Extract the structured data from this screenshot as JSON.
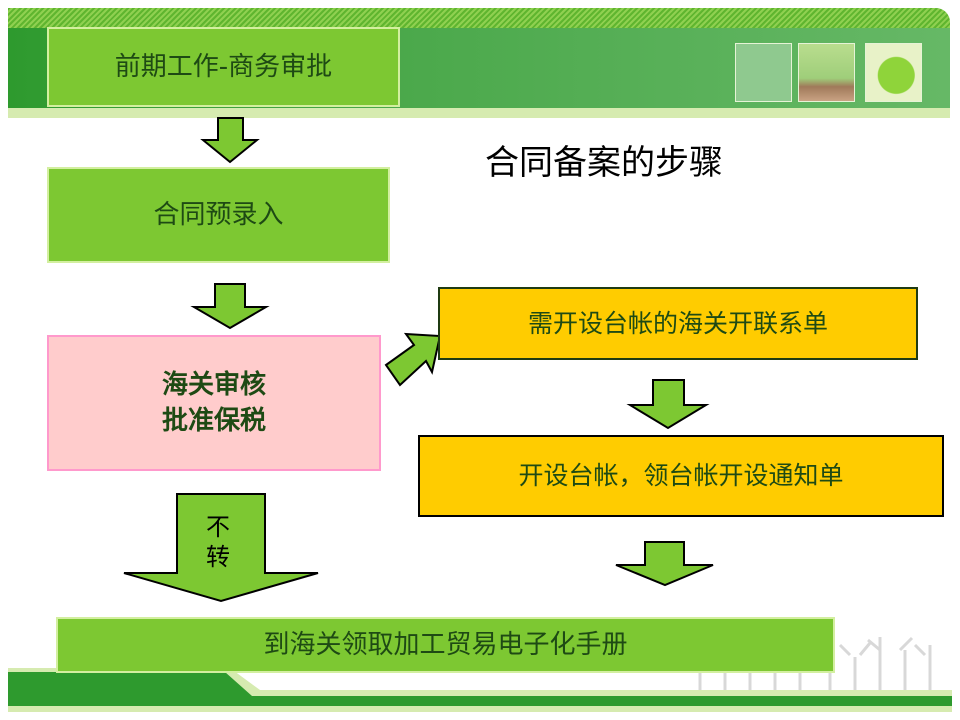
{
  "header": {
    "title": "前期工作-商务审批"
  },
  "subtitle": "合同备案的步骤",
  "steps": {
    "pre_entry": "合同预录入",
    "review_line1": "海关审核",
    "review_line2": "批准保税",
    "need_ledger": "需开设台帐的海关开联系单",
    "open_ledger": "开设台帐，领台帐开设通知单",
    "no_transfer_line1": "不",
    "no_transfer_line2": "转",
    "final": "到海关领取加工贸易电子化手册"
  },
  "colors": {
    "green": "#7dc832",
    "yellow": "#ffcc00",
    "pink": "#ffcccc",
    "pink_border": "#ff99cc"
  }
}
